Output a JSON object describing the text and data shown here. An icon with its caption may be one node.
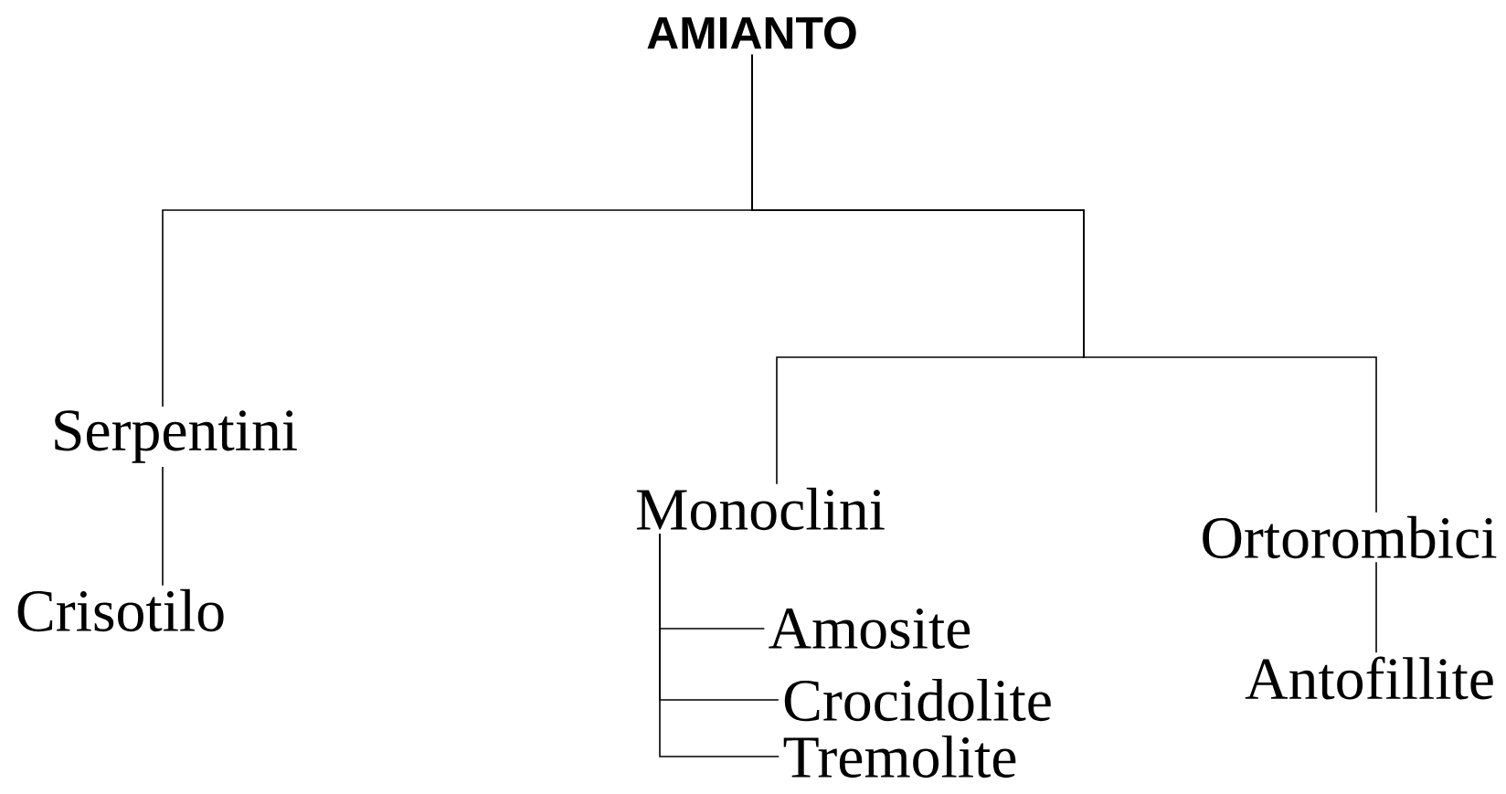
{
  "diagram": {
    "nodes": [
      {
        "text": [
          "AMIANTO"
        ]
      },
      {
        "text": [
          "Serpentini"
        ]
      },
      {
        "text": [
          "Crisotilo"
        ]
      },
      {
        "text": [
          "Monoclini"
        ]
      },
      {
        "text": [
          "Ortorombici"
        ]
      },
      {
        "text": [
          "Amosite"
        ]
      },
      {
        "text": [
          "Crocidolite"
        ]
      },
      {
        "text": [
          "Tremolite"
        ]
      },
      {
        "text": [
          "Antofillite"
        ]
      }
    ],
    "edges": [
      {
        "from": 0,
        "to": 1,
        "arrow": "none"
      },
      {
        "from": 0,
        "to": 3,
        "arrow": "none"
      },
      {
        "from": 0,
        "to": 4,
        "arrow": "none"
      },
      {
        "from": 1,
        "to": 2,
        "arrow": "none"
      },
      {
        "from": 3,
        "to": 5,
        "arrow": "none"
      },
      {
        "from": 3,
        "to": 6,
        "arrow": "none"
      },
      {
        "from": 3,
        "to": 7,
        "arrow": "none"
      },
      {
        "from": 4,
        "to": 8,
        "arrow": "none"
      }
    ]
  }
}
